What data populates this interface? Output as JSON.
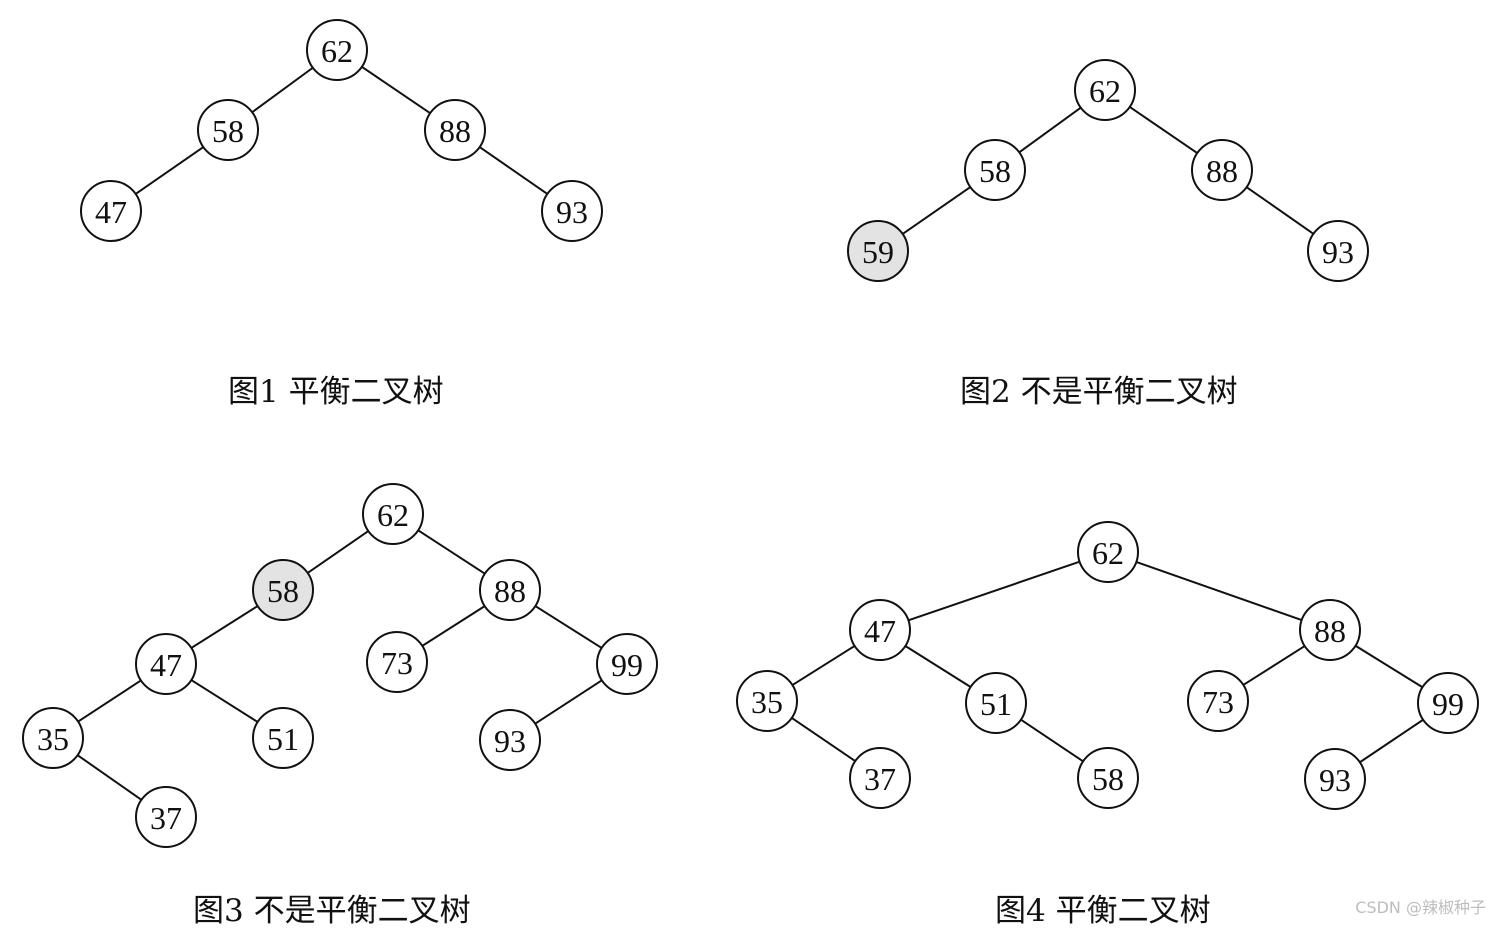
{
  "colors": {
    "node_fill": "#ffffff",
    "highlight_fill": "#e3e3e3",
    "line": "#111111"
  },
  "diagrams": [
    {
      "caption": "图1 平衡二叉树",
      "nodes": [
        {
          "id": "n62",
          "label": "62",
          "highlight": false
        },
        {
          "id": "n58",
          "label": "58",
          "highlight": false
        },
        {
          "id": "n88",
          "label": "88",
          "highlight": false
        },
        {
          "id": "n47",
          "label": "47",
          "highlight": false
        },
        {
          "id": "n93",
          "label": "93",
          "highlight": false
        }
      ],
      "edges": [
        [
          "n62",
          "n58"
        ],
        [
          "n62",
          "n88"
        ],
        [
          "n58",
          "n47"
        ],
        [
          "n88",
          "n93"
        ]
      ]
    },
    {
      "caption": "图2 不是平衡二叉树",
      "nodes": [
        {
          "id": "n62",
          "label": "62",
          "highlight": false
        },
        {
          "id": "n58",
          "label": "58",
          "highlight": false
        },
        {
          "id": "n88",
          "label": "88",
          "highlight": false
        },
        {
          "id": "n59",
          "label": "59",
          "highlight": true
        },
        {
          "id": "n93",
          "label": "93",
          "highlight": false
        }
      ],
      "edges": [
        [
          "n62",
          "n58"
        ],
        [
          "n62",
          "n88"
        ],
        [
          "n58",
          "n59"
        ],
        [
          "n88",
          "n93"
        ]
      ]
    },
    {
      "caption": "图3 不是平衡二叉树",
      "nodes": [
        {
          "id": "n62",
          "label": "62",
          "highlight": false
        },
        {
          "id": "n58",
          "label": "58",
          "highlight": true
        },
        {
          "id": "n88",
          "label": "88",
          "highlight": false
        },
        {
          "id": "n47",
          "label": "47",
          "highlight": false
        },
        {
          "id": "n73",
          "label": "73",
          "highlight": false
        },
        {
          "id": "n99",
          "label": "99",
          "highlight": false
        },
        {
          "id": "n35",
          "label": "35",
          "highlight": false
        },
        {
          "id": "n51",
          "label": "51",
          "highlight": false
        },
        {
          "id": "n93",
          "label": "93",
          "highlight": false
        },
        {
          "id": "n37",
          "label": "37",
          "highlight": false
        }
      ],
      "edges": [
        [
          "n62",
          "n58"
        ],
        [
          "n62",
          "n88"
        ],
        [
          "n58",
          "n47"
        ],
        [
          "n88",
          "n73"
        ],
        [
          "n88",
          "n99"
        ],
        [
          "n47",
          "n35"
        ],
        [
          "n47",
          "n51"
        ],
        [
          "n99",
          "n93"
        ],
        [
          "n35",
          "n37"
        ]
      ]
    },
    {
      "caption": "图4 平衡二叉树",
      "nodes": [
        {
          "id": "n62",
          "label": "62",
          "highlight": false
        },
        {
          "id": "n47",
          "label": "47",
          "highlight": false
        },
        {
          "id": "n88",
          "label": "88",
          "highlight": false
        },
        {
          "id": "n35",
          "label": "35",
          "highlight": false
        },
        {
          "id": "n51",
          "label": "51",
          "highlight": false
        },
        {
          "id": "n73",
          "label": "73",
          "highlight": false
        },
        {
          "id": "n99",
          "label": "99",
          "highlight": false
        },
        {
          "id": "n37",
          "label": "37",
          "highlight": false
        },
        {
          "id": "n58",
          "label": "58",
          "highlight": false
        },
        {
          "id": "n93",
          "label": "93",
          "highlight": false
        }
      ],
      "edges": [
        [
          "n62",
          "n47"
        ],
        [
          "n62",
          "n88"
        ],
        [
          "n47",
          "n35"
        ],
        [
          "n47",
          "n51"
        ],
        [
          "n88",
          "n73"
        ],
        [
          "n88",
          "n99"
        ],
        [
          "n35",
          "n37"
        ],
        [
          "n51",
          "n58"
        ],
        [
          "n99",
          "n93"
        ]
      ]
    }
  ],
  "watermark": "CSDN @辣椒种子"
}
